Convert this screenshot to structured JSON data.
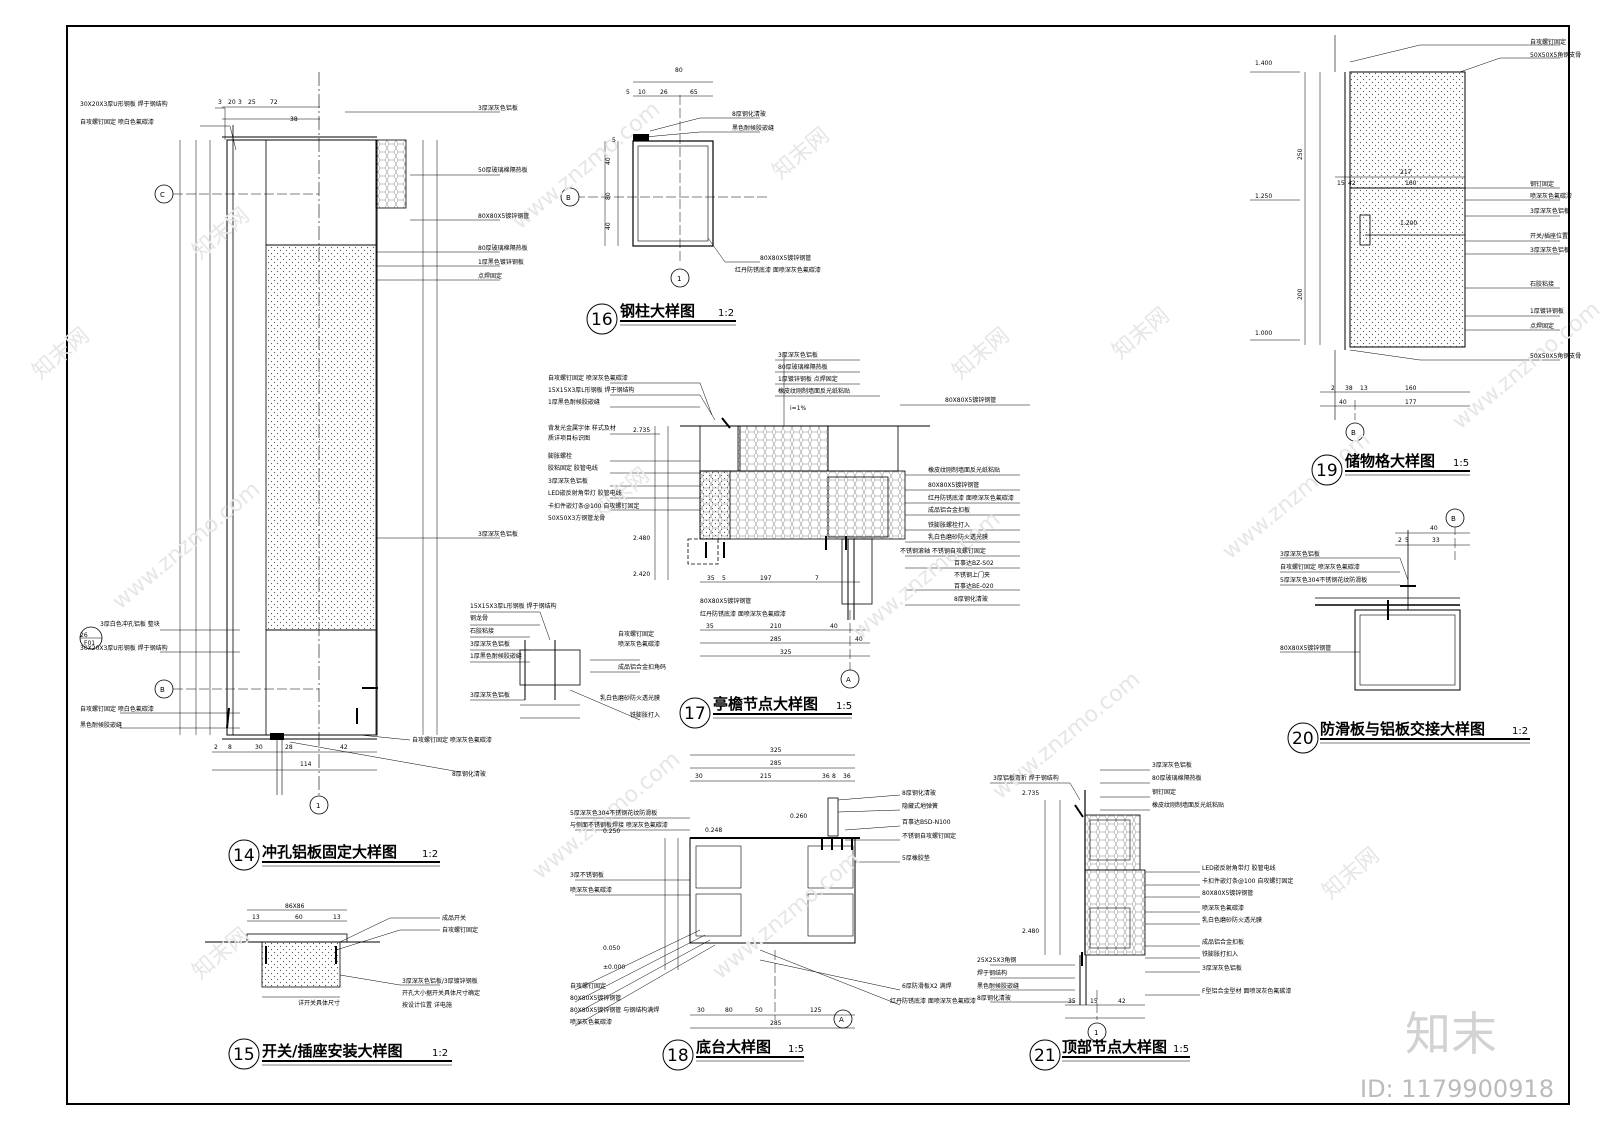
{
  "watermarks": {
    "text_cn": "知末网",
    "text_url": "www.znzmo.com",
    "logo": "知末",
    "id_label": "ID: 1179900918"
  },
  "details": [
    {
      "num": "14",
      "title": "冲孔铝板固定大样图",
      "scale": "1:2"
    },
    {
      "num": "15",
      "title": "开关/插座安装大样图",
      "scale": "1:2"
    },
    {
      "num": "16",
      "title": "钢柱大样图",
      "scale": "1:2"
    },
    {
      "num": "17",
      "title": "亭檐节点大样图",
      "scale": "1:5"
    },
    {
      "num": "18",
      "title": "底台大样图",
      "scale": "1:5"
    },
    {
      "num": "19",
      "title": "储物格大样图",
      "scale": "1:5"
    },
    {
      "num": "20",
      "title": "防滑板与铝板交接大样图",
      "scale": "1:2"
    },
    {
      "num": "21",
      "title": "顶部节点大样图",
      "scale": "1:5"
    }
  ],
  "axes": {
    "c": "C",
    "b": "B",
    "a": "A",
    "one": "1"
  },
  "d14": {
    "notes": [
      "30X20X3厚U形钢板 焊于钢结构",
      "自攻螺钉固定 喷白色氟碳漆",
      "26",
      "F01",
      "3厚白色冲孔铝板 整块",
      "30X20X3厚U形钢板 焊于钢结构",
      "自攻螺钉固定 喷白色氟碳漆",
      "黑色耐候胶嵌缝"
    ],
    "right_notes": [
      "3厚深灰色铝板",
      "50厚玻璃棉隔热板",
      "80X80X5镀锌钢管",
      "80厚玻璃棉隔热板",
      "1厚黑色镀锌钢板",
      "点焊固定",
      "3厚深灰色铝板",
      "自攻螺钉固定 喷深灰色氟碳漆",
      "8厚钢化清玻"
    ],
    "dims": [
      "3",
      "20",
      "3",
      "25",
      "72",
      "38",
      "114",
      "2",
      "8",
      "30",
      "28",
      "42"
    ]
  },
  "d15": {
    "notes": [
      "成品开关",
      "自攻螺钉固定",
      "3厚深灰色铝板/3厚镀锌钢板",
      "开孔大小据开关具体尺寸确定",
      "按设计位置 详电施",
      "详开关具体尺寸"
    ],
    "dims": [
      "86X86",
      "13",
      "60",
      "13"
    ]
  },
  "d16": {
    "notes": [
      "8厚钢化清玻",
      "黑色耐候胶嵌缝",
      "80X80X5镀锌钢管",
      "红丹防锈底漆 面喷深灰色氟碳漆"
    ],
    "dims": [
      "80",
      "5",
      "10",
      "26",
      "65",
      "5",
      "40",
      "80",
      "40"
    ]
  },
  "d17": {
    "notes_left": [
      "自攻螺钉固定 喷深灰色氟碳漆",
      "15X15X3厚L形钢板 焊于钢结构",
      "1厚黑色耐候胶嵌缝",
      "背发光金属字体 样式及材",
      "质详项目标识图",
      "膨胀螺栓",
      "胶粘固定 胶管电线",
      "3厚深灰色铝板",
      "LED嵌反射角带灯 胶管电线",
      "卡扣件嵌灯条@100 自攻螺钉固定",
      "50X50X3方钢管龙骨"
    ],
    "notes_top": [
      "3厚深灰色铝板",
      "80厚玻璃棉隔热板",
      "1厚镀锌钢板 点焊固定",
      "橡皮纹刚制墙面反光纸粘贴",
      "i=1%",
      "80X80X5镀锌钢管"
    ],
    "notes_right": [
      "橡皮纹刚制墙面反光纸粘贴",
      "80X80X5镀锌钢管",
      "红丹防锈底漆 面喷深灰色氟碳漆",
      "成品铝合金扣板",
      "铁膨胀螺栓打入",
      "乳白色磨砂防火透光膜",
      "不锈钢滚轴 不锈钢自攻螺钉固定",
      "百事达BZ-S02",
      "不锈钢上门夹",
      "百事达BE-020",
      "8厚钢化清玻"
    ],
    "notes_lower": [
      "15X15X3厚L形钢板 焊于钢结构",
      "钢龙骨",
      "石胶粘接",
      "3厚深灰色铝板",
      "1厚黑色耐候胶嵌缝",
      "3厚深灰色铝板",
      "自攻螺钉固定",
      "喷深灰色氟碳漆",
      "成品铝合金扣角码",
      "乳白色磨砂防火透光膜",
      "铁膨胀打入"
    ],
    "levels": [
      "2.735",
      "2.480",
      "2.420"
    ],
    "dims": [
      "35",
      "5",
      "197",
      "7",
      "35",
      "210",
      "40",
      "285",
      "40",
      "325",
      "80X80X5镀锌钢管",
      "红丹防锈底漆 面喷深灰色氟碳漆"
    ]
  },
  "d18": {
    "notes_left": [
      "5厚深灰色304不锈钢花纹防滑板",
      "与侧面不锈钢板焊接 喷深灰色氟碳漆",
      "3厚不锈钢板",
      "喷深灰色氟碳漆",
      "自攻螺钉固定",
      "80X80X5镀锌钢管",
      "80X80X5镀锌钢管 与钢结构满焊",
      "喷深灰色氟碳漆"
    ],
    "notes_right": [
      "8厚钢化清玻",
      "隐藏式地弹簧",
      "百事达BSD-N100",
      "不锈钢自攻螺钉固定",
      "5厚橡胶垫",
      "6厚防滑板X2 满焊",
      "红丹防锈底漆 面喷深灰色氟碳漆"
    ],
    "levels": [
      "0.260",
      "0.248",
      "0.250",
      "0.050",
      "±0.000"
    ],
    "dims": [
      "325",
      "285",
      "30",
      "215",
      "36",
      "8",
      "36",
      "30",
      "80",
      "50",
      "125",
      "285"
    ]
  },
  "d19": {
    "notes": [
      "自攻螺钉固定",
      "50X50X5角钢支骨",
      "钢钉固定",
      "喷深灰色氟碳漆",
      "3厚深灰色铝板",
      "开关/插座位置",
      "3厚深灰色铝板",
      "石胶粘接",
      "1厚镀锌钢板",
      "点焊固定",
      "50X50X5角钢支骨"
    ],
    "levels": [
      "1.400",
      "1.250",
      "1.200",
      "1.000"
    ],
    "dims": [
      "217",
      "15",
      "42",
      "160",
      "2",
      "38",
      "13",
      "160",
      "40",
      "177",
      "250",
      "200"
    ]
  },
  "d20": {
    "notes": [
      "3厚深灰色铝板",
      "自攻螺钉固定 喷深灰色氟碳漆",
      "5厚深灰色304不锈钢花纹防滑板",
      "80X80X5镀锌钢管"
    ],
    "dims": [
      "40",
      "2",
      "5",
      "33"
    ]
  },
  "d21": {
    "notes_left": [
      "3厚铝板弯折 焊于钢结构",
      "25X25X3角钢",
      "焊于钢结构",
      "黑色耐候胶嵌缝",
      "8厚钢化清玻"
    ],
    "notes_right": [
      "3厚深灰色铝板",
      "80厚玻璃棉隔热板",
      "钢钉固定",
      "橡皮纹刚制墙面反光纸粘贴",
      "LED嵌反射角带灯 胶管电线",
      "卡扣件嵌灯条@100 自攻螺钉固定",
      "80X80X5镀锌钢管",
      "喷深灰色氟碳漆",
      "乳白色磨砂防火透光膜",
      "成品铝合金扣板",
      "铁膨胀打扣入",
      "3厚深灰色铝板",
      "F型铝合金型材 面喷深灰色氟碳漆"
    ],
    "levels": [
      "2.735",
      "2.480"
    ],
    "dims": [
      "35",
      "15",
      "42"
    ]
  }
}
